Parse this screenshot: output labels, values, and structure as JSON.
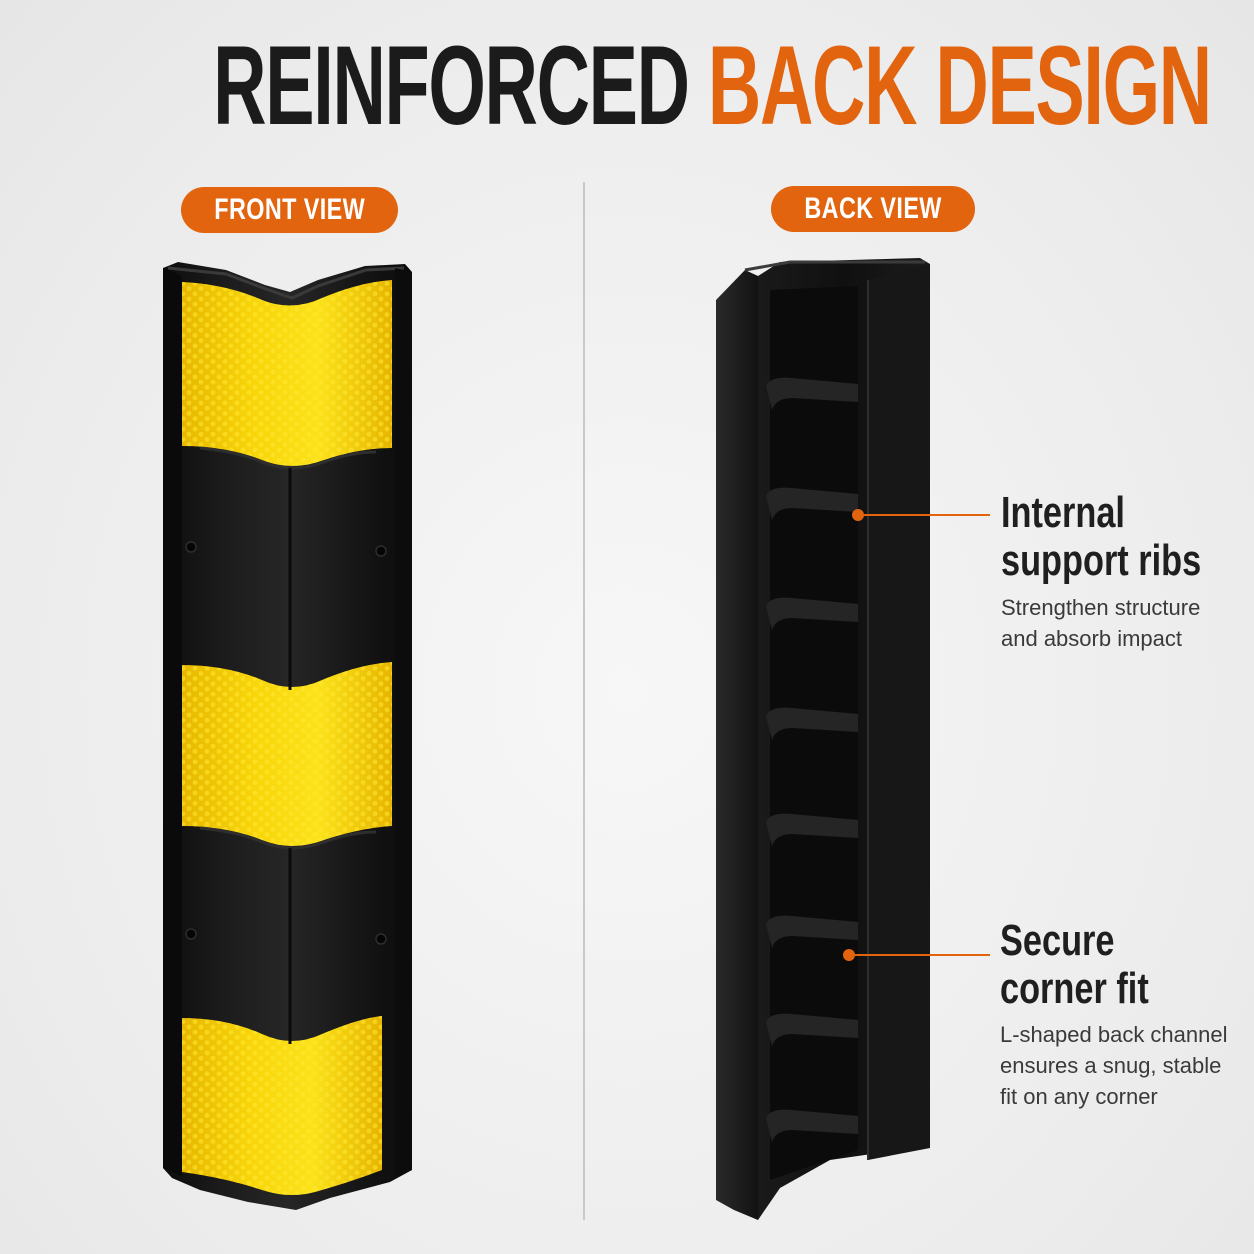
{
  "headline": {
    "part1": "REINFORCED",
    "part2": "BACK DESIGN"
  },
  "views": {
    "front_label": "FRONT VIEW",
    "back_label": "BACK VIEW"
  },
  "callouts": [
    {
      "title_line1": "Internal",
      "title_line2": "support ribs",
      "desc_line1": "Strengthen structure",
      "desc_line2": "and absorb impact"
    },
    {
      "title_line1": "Secure",
      "title_line2": "corner fit",
      "desc_line1": "L-shaped back channel",
      "desc_line2": "ensures a snug, stable",
      "desc_line3": "fit on any corner"
    }
  ],
  "colors": {
    "accent": "#e3640f",
    "dark": "#1b1b1b",
    "reflective_yellow": "#f7d400",
    "rubber_black": "#151515"
  }
}
